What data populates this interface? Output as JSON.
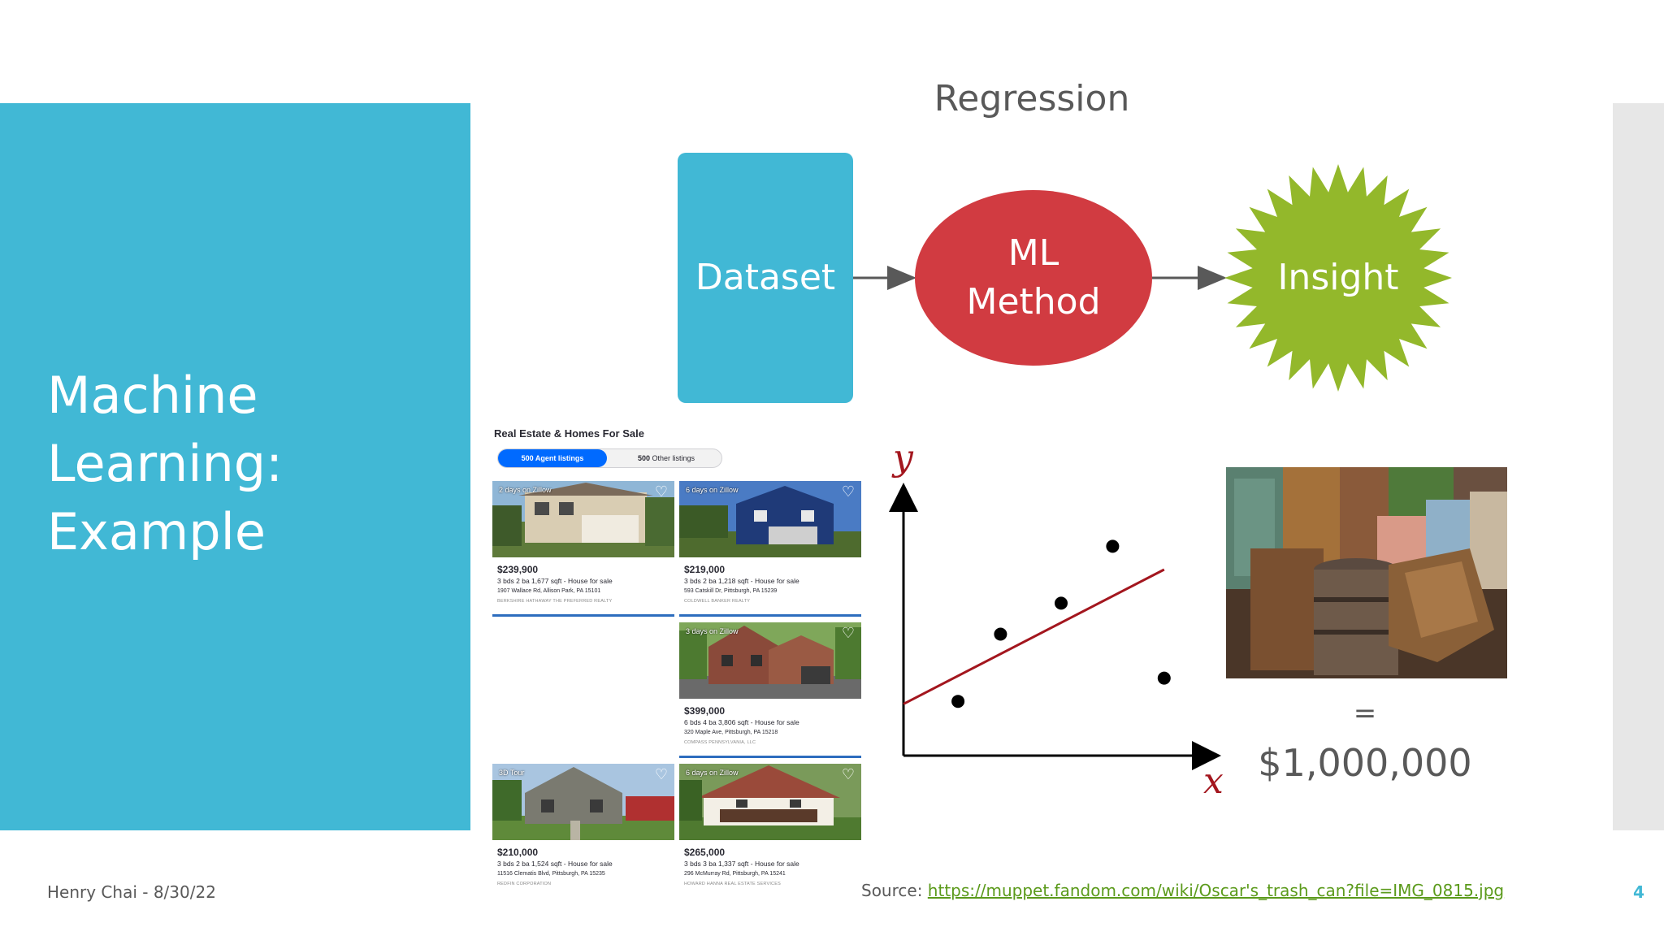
{
  "slide": {
    "title_lines": [
      "Machine",
      "Learning:",
      "Example"
    ],
    "heading": "Regression",
    "author_date": "Henry Chai - 8/30/22",
    "page_number": "4",
    "source_label": "Source: ",
    "source_url": "https://muppet.fandom.com/wiki/Oscar's_trash_can?file=IMG_0815.jpg"
  },
  "diagram": {
    "dataset_label": "Dataset",
    "method_label_lines": [
      "ML",
      "Method"
    ],
    "insight_label": "Insight",
    "colors": {
      "dataset": "#41b8d5",
      "method": "#d13b41",
      "insight": "#93b82b",
      "arrow": "#595959"
    }
  },
  "listings": {
    "title": "Real Estate & Homes For Sale",
    "tab_agent": {
      "count": "500",
      "label": "Agent listings"
    },
    "tab_other": {
      "count": "500",
      "label": "Other listings"
    },
    "cards": [
      {
        "badge": "2 days on Zillow",
        "price": "$239,900",
        "details": "3 bds  2 ba  1,677 sqft  - House for sale",
        "address": "1907 Wallace Rd, Allison Park, PA 15101",
        "broker": "BERKSHIRE HATHAWAY THE PREFERRED REALTY"
      },
      {
        "badge": "6 days on Zillow",
        "price": "$219,000",
        "details": "3 bds  2 ba  1,218 sqft  - House for sale",
        "address": "593 Catskill Dr, Pittsburgh, PA 15239",
        "broker": "COLDWELL BANKER REALTY"
      },
      {
        "badge": "3 days on Zillow",
        "price": "$399,000",
        "details": "6 bds  4 ba  3,806 sqft  - House for sale",
        "address": "320 Maple Ave, Pittsburgh, PA 15218",
        "broker": "COMPASS PENNSYLVANIA, LLC"
      },
      {
        "badge": "3D Tour",
        "price": "$210,000",
        "details": "3 bds  2 ba  1,524 sqft  - House for sale",
        "address": "11516 Clematis Blvd, Pittsburgh, PA 15235",
        "broker": "REDFIN CORPORATION"
      },
      {
        "badge": "6 days on Zillow",
        "price": "$265,000",
        "details": "3 bds  3 ba  1,337 sqft  - House for sale",
        "address": "296 McMurray Rd, Pittsburgh, PA 15241",
        "broker": "HOWARD HANNA REAL ESTATE SERVICES"
      }
    ]
  },
  "scatter": {
    "y_label": "y",
    "x_label": "x",
    "label_color": "#a3161e",
    "line_color": "#a3161e",
    "points": [
      [
        0.18,
        0.21
      ],
      [
        0.32,
        0.47
      ],
      [
        0.52,
        0.59
      ],
      [
        0.69,
        0.81
      ],
      [
        0.86,
        0.3
      ]
    ],
    "line": [
      [
        0.0,
        0.2
      ],
      [
        0.86,
        0.72
      ]
    ]
  },
  "insight_example": {
    "equals": "=",
    "value": "$1,000,000"
  }
}
